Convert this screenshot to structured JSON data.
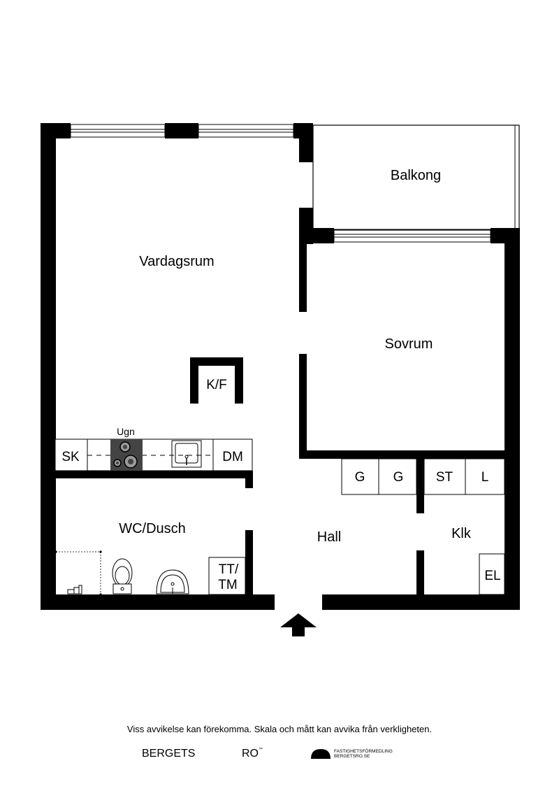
{
  "rooms": {
    "balkong": "Balkong",
    "vardagsrum": "Vardagsrum",
    "sovrum": "Sovrum",
    "wc_dusch": "WC/Dusch",
    "hall": "Hall",
    "klk": "Klk"
  },
  "fixtures": {
    "kf": "K/F",
    "ugn": "Ugn",
    "sk": "SK",
    "dm": "DM",
    "g1": "G",
    "g2": "G",
    "st": "ST",
    "l": "L",
    "tt_line1": "TT/",
    "tt_line2": "TM",
    "el": "EL"
  },
  "footer": {
    "disclaimer": "Viss avvikelse kan förekomma. Skala och mått kan avvika från verkligheten.",
    "brand_left": "BERGETS",
    "brand_right": "RO",
    "brand_mark": "™",
    "brand_line1": "FASTIGHETSFÖRMEDLING",
    "brand_line2": "BERGETSRO.SE"
  },
  "colors": {
    "wall": "#000000",
    "stove": "#444444",
    "background": "#ffffff"
  }
}
